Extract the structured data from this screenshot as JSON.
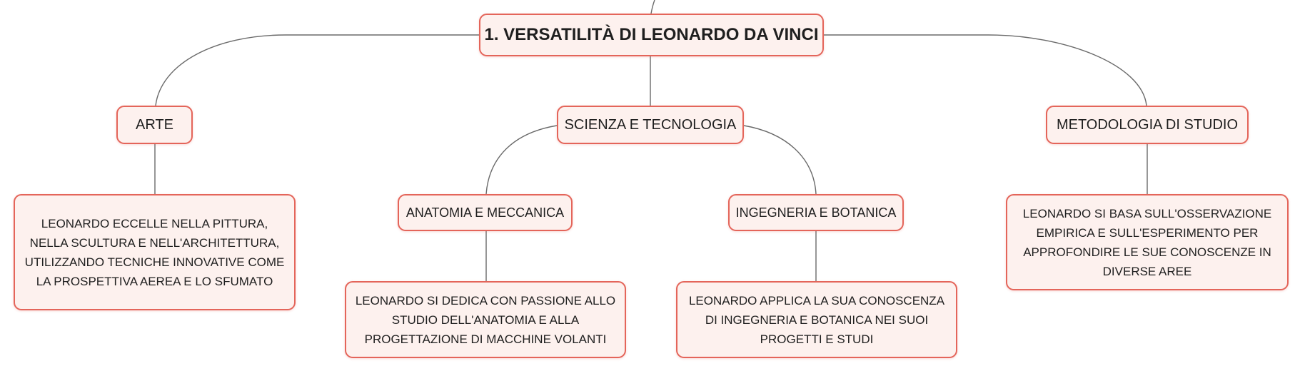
{
  "diagram": {
    "root": {
      "label": "1. VERSATILITÀ DI LEONARDO DA VINCI"
    },
    "arte": {
      "label": "ARTE",
      "detail": "LEONARDO ECCELLE NELLA PITTURA, NELLA SCULTURA E NELL'ARCHITETTURA, UTILIZZANDO TECNICHE INNOVATIVE COME LA PROSPETTIVA AEREA E LO SFUMATO"
    },
    "scienza": {
      "label": "SCIENZA E TECNOLOGIA",
      "anatomia": {
        "label": "ANATOMIA E MECCANICA",
        "detail": "LEONARDO SI DEDICA CON PASSIONE ALLO STUDIO DELL'ANATOMIA E ALLA PROGETTAZIONE DI MACCHINE VOLANTI"
      },
      "ingegneria": {
        "label": "INGEGNERIA E BOTANICA",
        "detail": "LEONARDO APPLICA LA SUA CONOSCENZA DI INGEGNERIA E BOTANICA NEI SUOI PROGETTI E STUDI"
      }
    },
    "metodologia": {
      "label": "METODOLOGIA DI STUDIO",
      "detail": "LEONARDO SI BASA SULL'OSSERVAZIONE EMPIRICA E SULL'ESPERIMENTO PER APPROFONDIRE LE SUE CONOSCENZE IN DIVERSE AREE"
    }
  },
  "colors": {
    "node_fill": "#fdf1ee",
    "node_border": "#e4655a",
    "connector": "#6a6a6a",
    "text": "#1f1f1f"
  }
}
